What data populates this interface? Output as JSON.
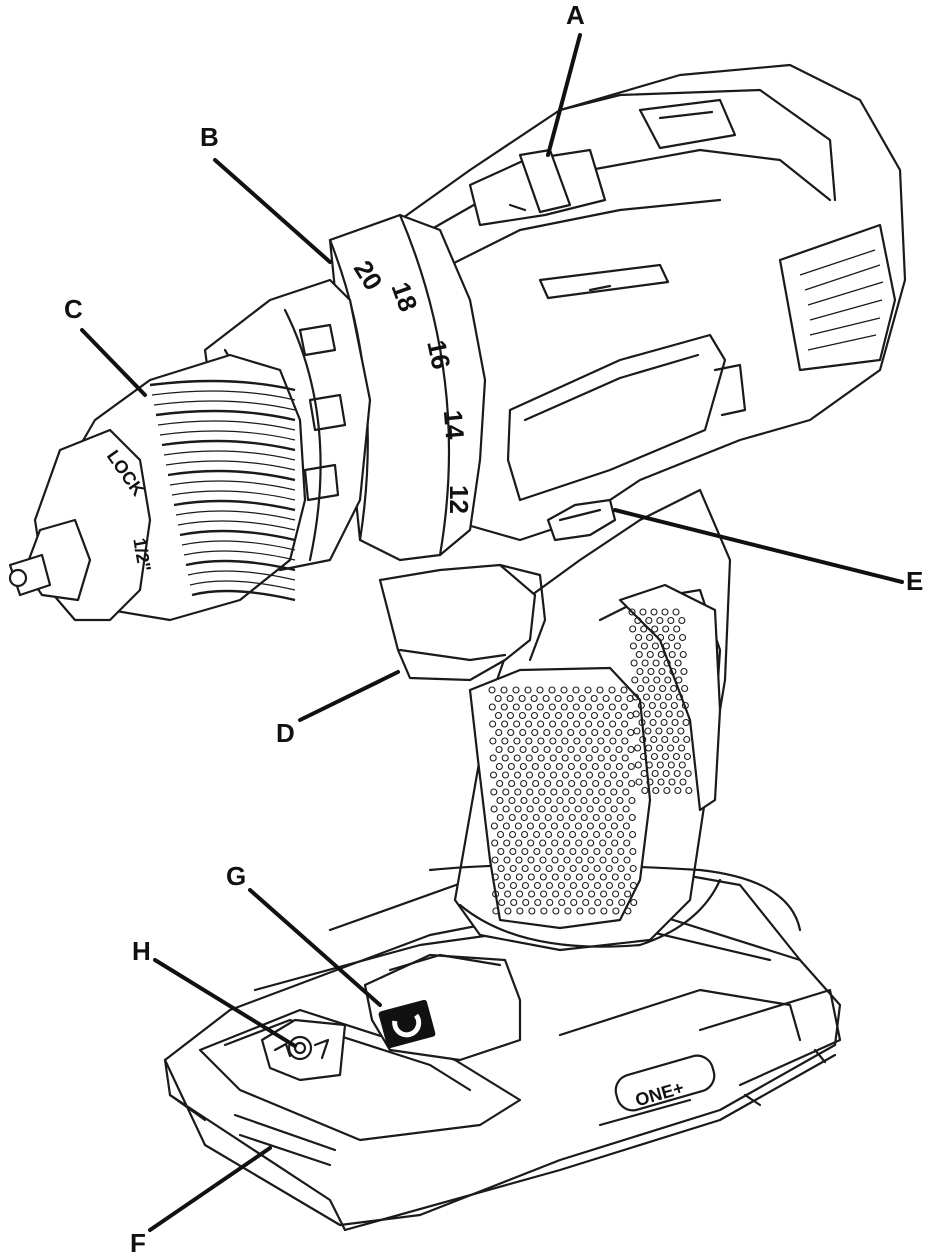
{
  "callouts": [
    {
      "id": "A",
      "label": "A"
    },
    {
      "id": "B",
      "label": "B"
    },
    {
      "id": "C",
      "label": "C"
    },
    {
      "id": "D",
      "label": "D"
    },
    {
      "id": "E",
      "label": "E"
    },
    {
      "id": "F",
      "label": "F"
    },
    {
      "id": "G",
      "label": "G"
    },
    {
      "id": "H",
      "label": "H"
    }
  ],
  "clutch_scale": [
    "20",
    "18",
    "16",
    "14",
    "12"
  ],
  "chuck_text": {
    "lock": "LOCK",
    "size": "1/2\""
  },
  "badge_text": "ONE+",
  "colors": {
    "ink": "#111111",
    "background": "#ffffff"
  }
}
